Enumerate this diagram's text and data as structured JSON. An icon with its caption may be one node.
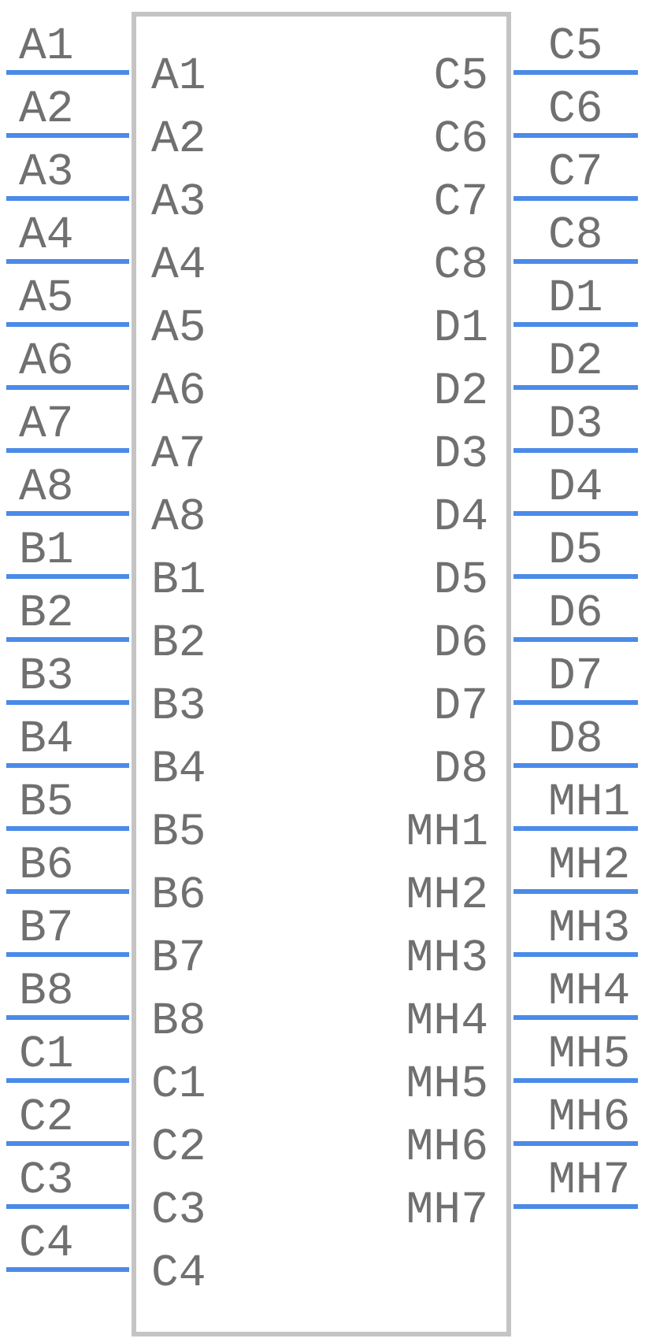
{
  "diagram": {
    "labels": [
      "A1",
      "C5",
      "A1",
      "C5",
      "A2",
      "C6",
      "A2",
      "C6",
      "A3",
      "C7",
      "A3",
      "C7",
      "A4",
      "C8",
      "A4",
      "C8",
      "A5",
      "D1",
      "A5",
      "D1",
      "A6",
      "D2",
      "A6",
      "D2",
      "A7",
      "D3",
      "A7",
      "D3",
      "A8",
      "D4",
      "A8",
      "D4",
      "B1",
      "D5",
      "B1",
      "D5",
      "B2",
      "D6",
      "B2",
      "D6",
      "B3",
      "D7",
      "B3",
      "D7",
      "B4",
      "D8",
      "B4",
      "D8",
      "B5",
      "MH1",
      "B5",
      "MH1",
      "B6",
      "MH2",
      "B6",
      "MH2",
      "B7",
      "MH3",
      "B7",
      "MH3",
      "B8",
      "MH4",
      "B8",
      "MH4",
      "C1",
      "MH5",
      "C1",
      "MH5",
      "C2",
      "MH6",
      "C2",
      "MH6",
      "C3",
      "MH7",
      "C3",
      "MH7",
      "C4",
      "C4"
    ]
  }
}
